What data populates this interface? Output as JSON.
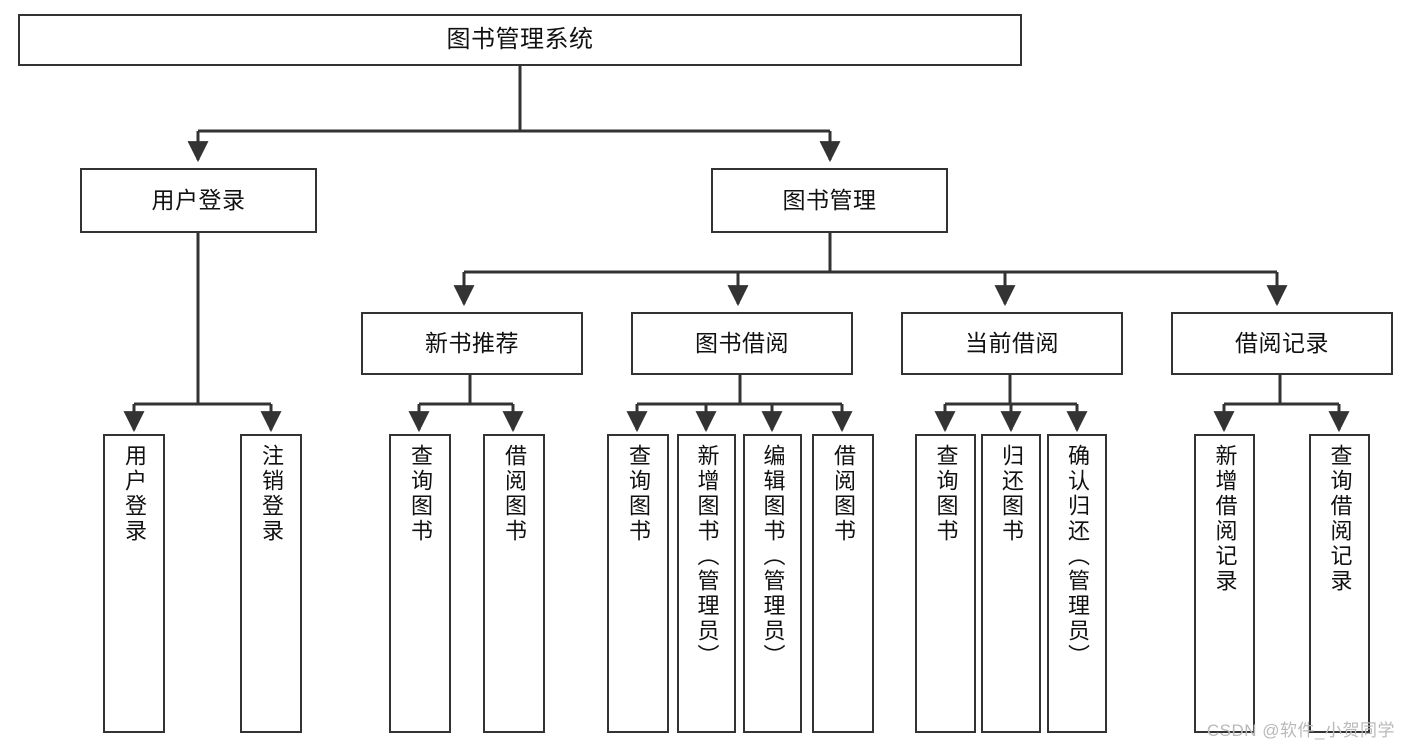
{
  "diagram": {
    "title": "图书管理系统",
    "watermark": "CSDN @软件_小贺同学",
    "line_color": "#333333",
    "box_border_color": "#333333",
    "box_fill_color": "#ffffff",
    "text_color": "#111111",
    "type": "tree-hierarchy-diagram",
    "levels": 4
  },
  "nodes": {
    "root": {
      "label": "图书管理系统"
    },
    "level2": [
      {
        "id": "user-login",
        "label": "用户登录"
      },
      {
        "id": "book-management",
        "label": "图书管理"
      }
    ],
    "level3": [
      {
        "id": "new-book-recommend",
        "label": "新书推荐"
      },
      {
        "id": "book-borrow",
        "label": "图书借阅"
      },
      {
        "id": "current-borrow",
        "label": "当前借阅"
      },
      {
        "id": "borrow-record",
        "label": "借阅记录"
      }
    ],
    "leaves": {
      "user_login": [
        {
          "id": "leaf-user-login",
          "label": "用户登录"
        },
        {
          "id": "leaf-logout-login",
          "label": "注销登录"
        }
      ],
      "new_book_recommend": [
        {
          "id": "leaf-query-book-1",
          "label": "查询图书"
        },
        {
          "id": "leaf-borrow-book-1",
          "label": "借阅图书"
        }
      ],
      "book_borrow": [
        {
          "id": "leaf-query-book-2",
          "label": "查询图书"
        },
        {
          "id": "leaf-add-book",
          "label": "新增图书（管理员）"
        },
        {
          "id": "leaf-edit-book",
          "label": "编辑图书（管理员）"
        },
        {
          "id": "leaf-borrow-book-2",
          "label": "借阅图书"
        }
      ],
      "current_borrow": [
        {
          "id": "leaf-query-book-3",
          "label": "查询图书"
        },
        {
          "id": "leaf-return-book",
          "label": "归还图书"
        },
        {
          "id": "leaf-confirm-return",
          "label": "确认归还（管理员）"
        }
      ],
      "borrow_record": [
        {
          "id": "leaf-add-borrow-record",
          "label": "新增借阅记录"
        },
        {
          "id": "leaf-query-borrow-record",
          "label": "查询借阅记录"
        }
      ]
    }
  }
}
